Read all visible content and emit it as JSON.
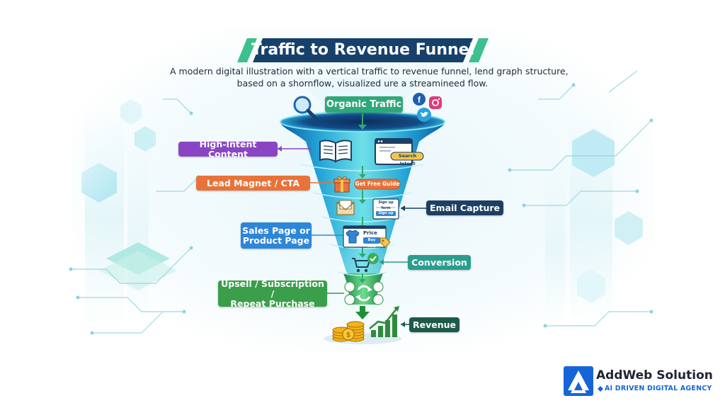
{
  "title": "Traffic to Revenue Funnel",
  "subtitle_lines": [
    "A modern digital illustration with a vertical traffic to revenue funnel, lend graph structure,",
    "based on a shornflow, visualized ure a streamineed flow."
  ],
  "stages": {
    "organic_traffic": "Organic Traffic",
    "high_intent_content": "High-Intent Content",
    "lead_magnet_cta": "Lead Magnet / CTA",
    "email_capture": "Email Capture",
    "sales_page": [
      "Sales Page or",
      "Product Page"
    ],
    "conversion": "Conversion",
    "upsell": [
      "Upsell / Subscription /",
      "Repeat Purchase"
    ],
    "revenue": "Revenue"
  },
  "inner_text": {
    "search_intent": "Search Intent",
    "get_free_guide": "Get Free Guide",
    "sign_up_form": "Sign up form",
    "sign_up": "Sign up",
    "price": "Price",
    "buy_now": "Buy Now"
  },
  "brand": {
    "name": "AddWeb Solution",
    "tagline": "AI DRIVEN DIGITAL AGENCY"
  },
  "colors": {
    "organic": "#2fa877",
    "high_intent": "#8a45c4",
    "lead_magnet": "#e8733a",
    "email_capture": "#1d3f63",
    "sales_page": "#2e86d9",
    "conversion": "#2a9d8f",
    "upsell": "#3a9e4a",
    "revenue": "#1e5a4a",
    "title_bg": "#17406b",
    "title_accent": "#3cc08d",
    "brand_blue": "#1565d8"
  },
  "icons": [
    "search-icon",
    "facebook-icon",
    "instagram-icon",
    "twitter-icon",
    "open-book-icon",
    "browser-window-icon",
    "gift-icon",
    "envelope-icon",
    "tshirt-icon",
    "price-tag-icon",
    "shopping-cart-icon",
    "checkmark-icon",
    "refresh-cycle-icon",
    "coin-stack-icon",
    "bar-chart-arrow-icon"
  ]
}
